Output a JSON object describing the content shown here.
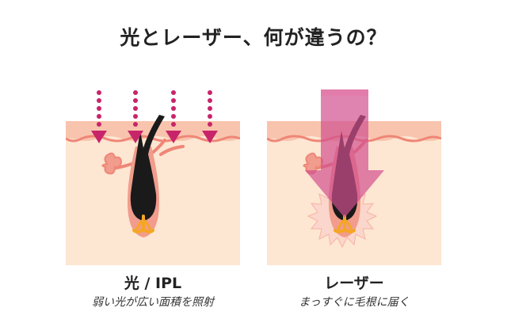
{
  "title": "光とレーザー、何が違うの？",
  "colors": {
    "skin_light": "#fde6d2",
    "skin_band": "#f8c4ad",
    "skin_line": "#ef8677",
    "hair": "#1a1a1a",
    "follicle": "#f19c8c",
    "nerve": "#f5a623",
    "light_arrow": "#c8246a",
    "laser_beam": "#d2508e",
    "burst": "#fbd6cc"
  },
  "panels": [
    {
      "title": "光 / IPL",
      "description": "弱い光が広い面積を照射"
    },
    {
      "title": "レーザー",
      "description": "まっすぐに毛根に届く"
    }
  ]
}
